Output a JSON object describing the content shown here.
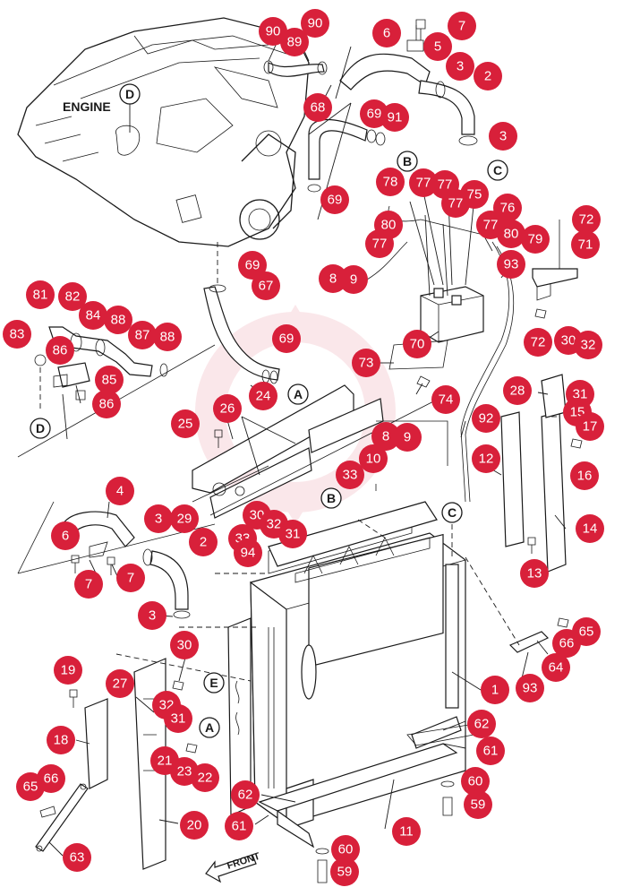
{
  "engine_label": "ENGINE",
  "front_label": "FRONT",
  "refs": [
    "A",
    "B",
    "C",
    "D",
    "E"
  ],
  "callouts": {
    "n1": "1",
    "n2": "2",
    "n3": "3",
    "n4": "4",
    "n5": "5",
    "n6": "6",
    "n7": "7",
    "n8": "8",
    "n9": "9",
    "n10": "10",
    "n11": "11",
    "n12": "12",
    "n13": "13",
    "n14": "14",
    "n15": "15",
    "n16": "16",
    "n17": "17",
    "n18": "18",
    "n19": "19",
    "n20": "20",
    "n21": "21",
    "n22": "22",
    "n23": "23",
    "n24": "24",
    "n25": "25",
    "n26": "26",
    "n27": "27",
    "n28": "28",
    "n29": "29",
    "n30": "30",
    "n31": "31",
    "n32": "32",
    "n33": "33",
    "n59": "59",
    "n60": "60",
    "n61": "61",
    "n62": "62",
    "n63": "63",
    "n64": "64",
    "n65": "65",
    "n66": "66",
    "n67": "67",
    "n68": "68",
    "n69": "69",
    "n70": "70",
    "n71": "71",
    "n72": "72",
    "n73": "73",
    "n74": "74",
    "n75": "75",
    "n76": "76",
    "n77": "77",
    "n78": "78",
    "n79": "79",
    "n80": "80",
    "n81": "81",
    "n82": "82",
    "n83": "83",
    "n84": "84",
    "n85": "85",
    "n86": "86",
    "n87": "87",
    "n88": "88",
    "n89": "89",
    "n90": "90",
    "n91": "91",
    "n92": "92",
    "n93": "93",
    "n94": "94"
  }
}
